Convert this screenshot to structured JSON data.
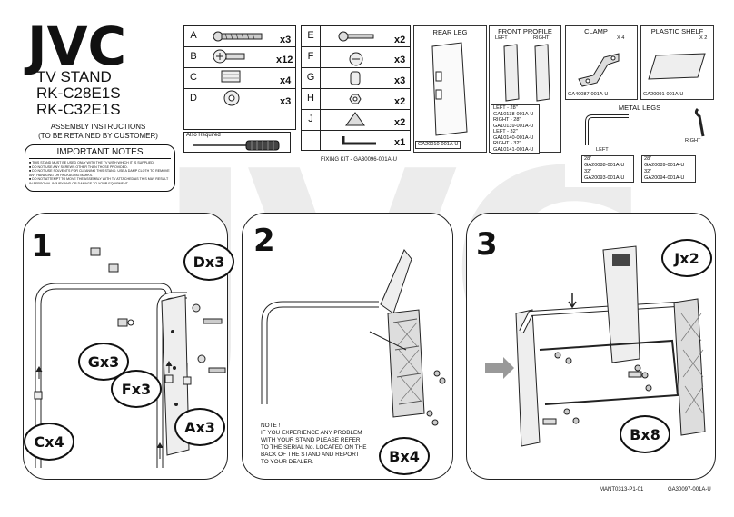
{
  "brand": "JVC",
  "product": {
    "title": "TV STAND",
    "model1": "RK-C28E1S",
    "model2": "RK-C32E1S"
  },
  "instructions": {
    "line1": "ASSEMBLY INSTRUCTIONS",
    "line2": "(TO BE RETAINED BY CUSTOMER)"
  },
  "important_notes": {
    "title": "IMPORTANT NOTES",
    "items": [
      "THIS STAND MUST BE USED ONLY WITH THE TV WITH WHICH IT IS SUPPLIED.",
      "DO NOT USE ANY SCREWS OTHER THAN THOSE PROVIDED.",
      "DO NOT USE SOLVENTS FOR CLEANING THIS STAND. USE A DAMP CLOTH TO REMOVE ANY HANDLING OR PACKAGING MARKS.",
      "DO NOT ATTEMPT TO MOVE THE ASSEMBLY WITH TV ATTACHED AS THIS MAY RESULT IN PERSONAL INJURY AND OR DAMAGE TO YOUR EQUIPMENT."
    ]
  },
  "parts_left": [
    {
      "letter": "A",
      "qty": "x3",
      "icon": "long-screw-icon"
    },
    {
      "letter": "B",
      "qty": "x12",
      "icon": "bolt-icon"
    },
    {
      "letter": "C",
      "qty": "x4",
      "icon": "foot-cap-icon"
    },
    {
      "letter": "D",
      "qty": "x3",
      "icon": "washer-icon"
    }
  ],
  "parts_right": [
    {
      "letter": "E",
      "qty": "x2",
      "icon": "screw-icon"
    },
    {
      "letter": "F",
      "qty": "x3",
      "icon": "cam-nut-icon"
    },
    {
      "letter": "G",
      "qty": "x3",
      "icon": "dowel-icon"
    },
    {
      "letter": "H",
      "qty": "x2",
      "icon": "nut-icon"
    },
    {
      "letter": "J",
      "qty": "x2",
      "icon": "bracket-icon"
    },
    {
      "letter": "",
      "qty": "x1",
      "icon": "allen-key-icon"
    }
  ],
  "also_required": "Also Required",
  "fixing_kit": "FIXING KIT - GA30096-001A-U",
  "rear_leg": {
    "title": "REAR LEG",
    "part": "GA20010-001A-U"
  },
  "front_profile": {
    "title": "FRONT PROFILE",
    "left": "LEFT",
    "right": "RIGHT",
    "parts": [
      "LEFT - 28\"",
      "GA10138-001A-U",
      "RIGHT - 28\"",
      "GA10139-001A-U",
      "LEFT - 32\"",
      "GA10140-001A-U",
      "RIGHT - 32\"",
      "GA10141-001A-U"
    ]
  },
  "clamp": {
    "title": "CLAMP",
    "qty": "X 4",
    "part": "GA40087-001A-U"
  },
  "plastic_shelf": {
    "title": "PLASTIC SHELF",
    "qty": "X 2",
    "part": "GA20091-001A-U"
  },
  "metal_legs": {
    "title": "METAL LEGS",
    "left": "LEFT",
    "right": "RIGHT",
    "left_parts": [
      "28\"",
      "GA20088-001A-U",
      "32\"",
      "GA20093-001A-U"
    ],
    "right_parts": [
      "28\"",
      "GA20089-001A-U",
      "32\"",
      "GA20094-001A-U"
    ]
  },
  "steps": [
    {
      "number": "1",
      "callouts": [
        "Dx3",
        "Gx3",
        "Fx3",
        "Ax3",
        "Cx4"
      ]
    },
    {
      "number": "2",
      "callouts": [
        "Bx4"
      ]
    },
    {
      "number": "3",
      "callouts": [
        "Jx2",
        "Bx8"
      ]
    }
  ],
  "note": {
    "line1": "NOTE !",
    "line2": "IF YOU EXPERIENCE ANY PROBLEM",
    "line3": "WITH YOUR STAND PLEASE REFER",
    "line4": "TO THE SERIAL No. LOCATED ON THE",
    "line5": "BACK OF THE STAND AND REPORT",
    "line6": "TO YOUR DEALER."
  },
  "footer": {
    "left": "MANT0313-P1-01",
    "right": "GA30097-001A-U"
  }
}
